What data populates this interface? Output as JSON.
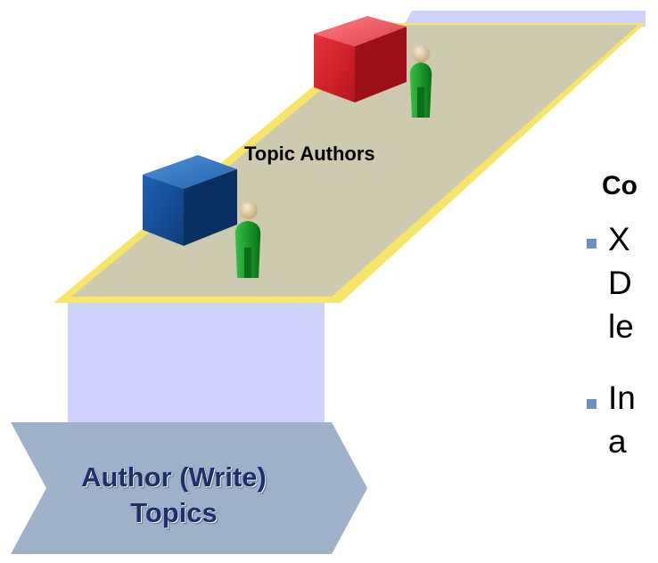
{
  "diagram": {
    "platform_label": "Topic Authors",
    "chevron_label_line1": "Author (Write)",
    "chevron_label_line2": "Topics",
    "side_heading": "Co",
    "bullets": [
      {
        "line1": "X",
        "line2": "D",
        "line3": "le"
      },
      {
        "line1": "In",
        "line2": "a"
      }
    ],
    "colors": {
      "platform": "#cdcab0",
      "platform_edge": "#f7e56a",
      "column": "#cfd3fb",
      "chevron": "#9fb1c8",
      "red_cube": "#d9323a",
      "blue_cube": "#1c5aa6",
      "figure_body": "#1b9a2a",
      "bullet": "#6a8fc4"
    },
    "icons": [
      "red-cube-icon",
      "blue-cube-icon",
      "person-icon"
    ]
  }
}
